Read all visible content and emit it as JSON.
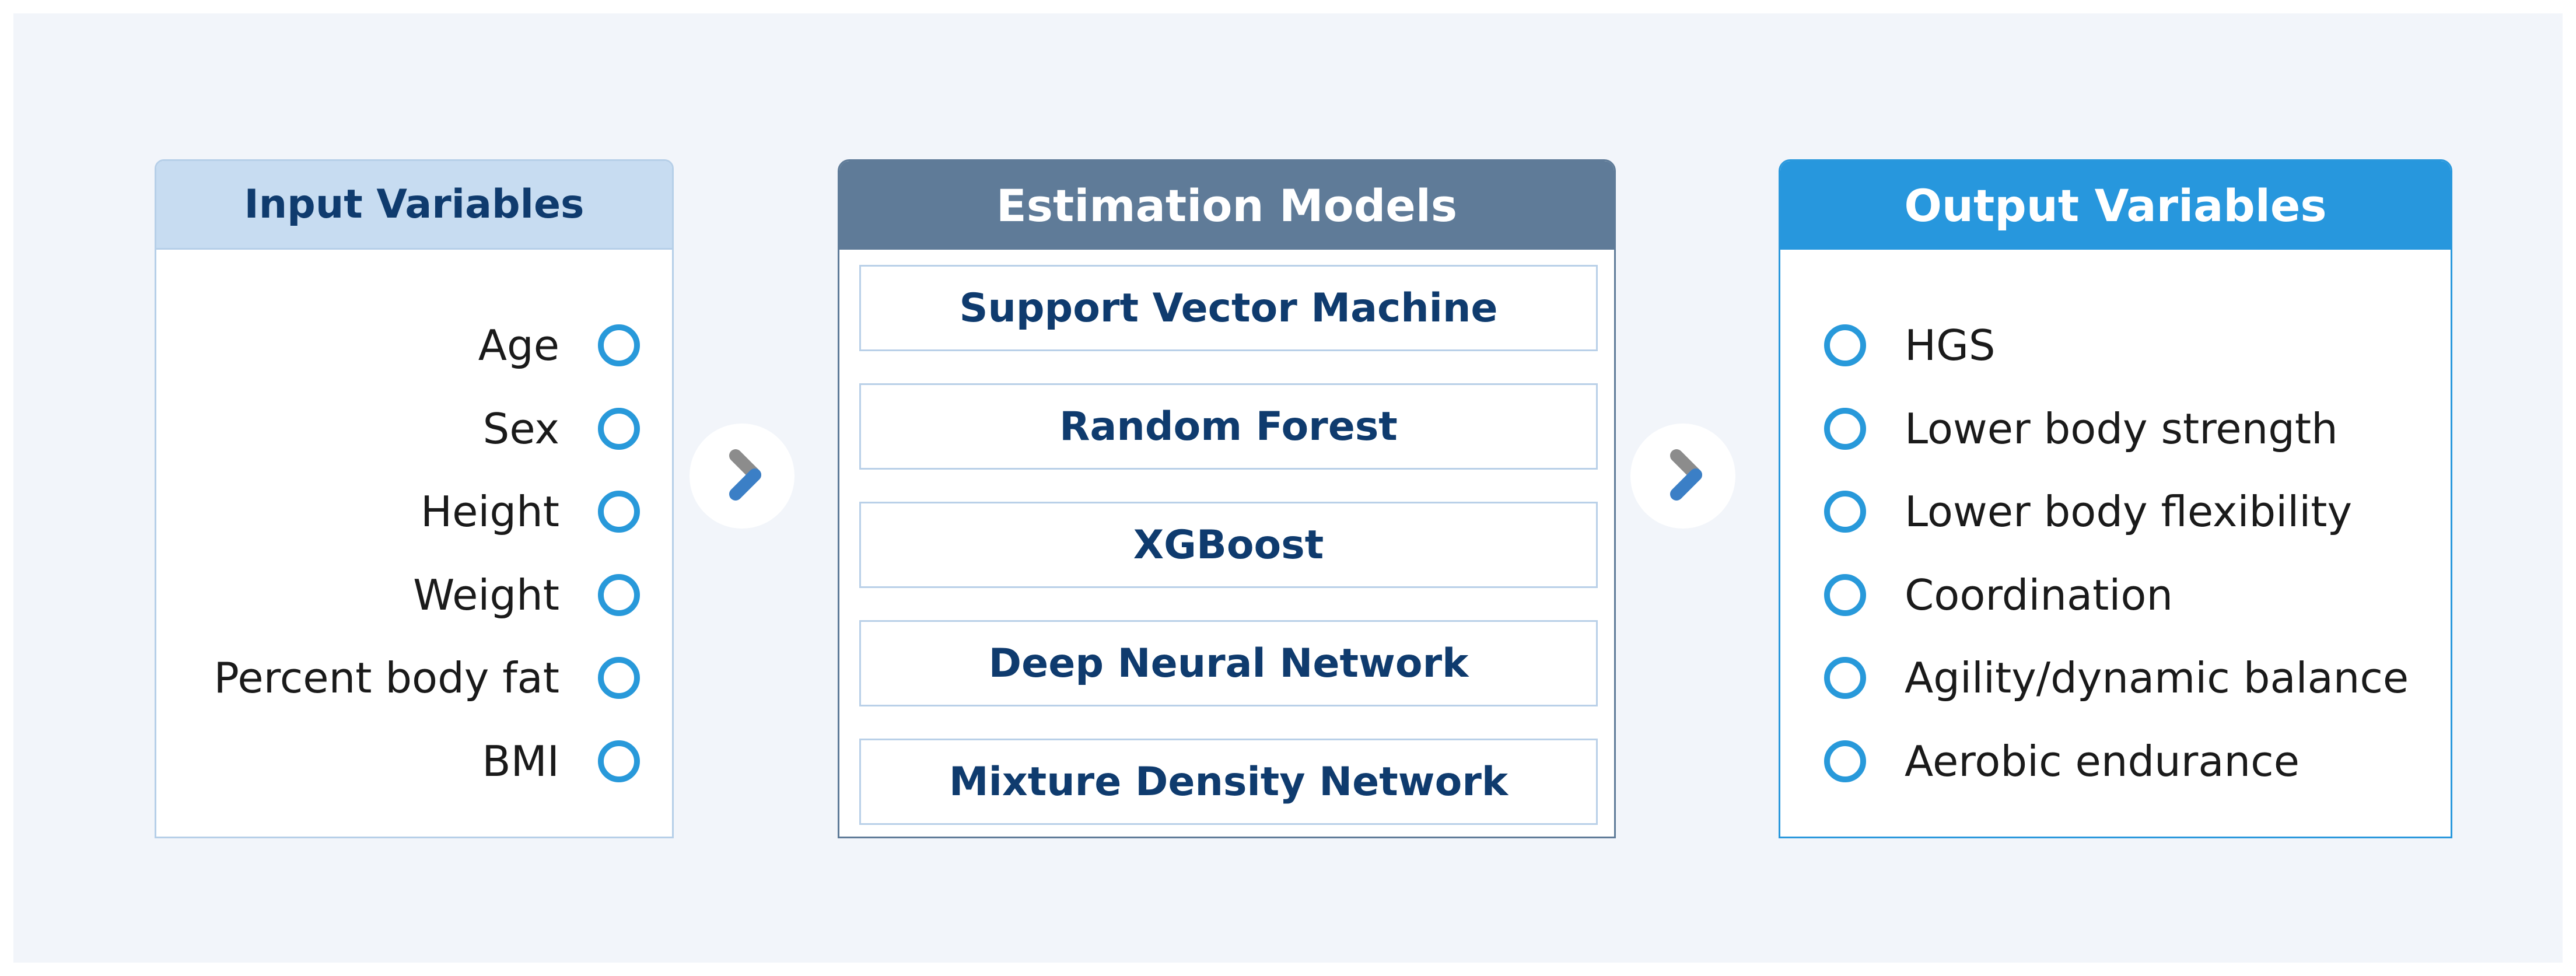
{
  "input": {
    "title": "Input Variables",
    "items": [
      "Age",
      "Sex",
      "Height",
      "Weight",
      "Percent body fat",
      "BMI"
    ]
  },
  "models": {
    "title": "Estimation Models",
    "items": [
      "Support Vector Machine",
      "Random Forest",
      "XGBoost",
      "Deep Neural Network",
      "Mixture Density Network"
    ]
  },
  "output": {
    "title": "Output Variables",
    "items": [
      "HGS",
      "Lower body strength",
      "Lower body flexibility",
      "Coordination",
      "Agility/dynamic balance",
      "Aerobic endurance"
    ]
  },
  "icons": {
    "item_marker": "circle-icon",
    "flow_arrow": "chevron-right-icon"
  },
  "colors": {
    "background": "#f2f5fa",
    "input_header": "#c7dcf1",
    "models_header": "#5f7b98",
    "output_header": "#2797dd",
    "marker": "#2899da",
    "title_text": "#0f3b6e"
  }
}
